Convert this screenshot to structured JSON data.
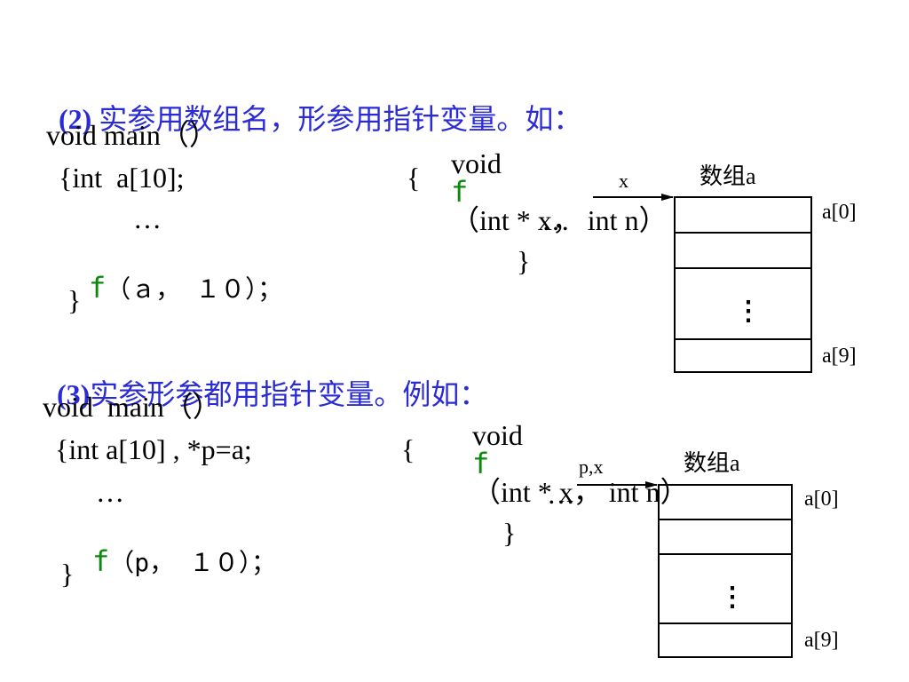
{
  "section2": {
    "num": "(2)",
    "title": " 实参用数组名，形参用指针变量。如：",
    "main": {
      "sig": "void main（）",
      "line1": "{int  a[10];",
      "dots": "…",
      "call_f": "f",
      "call_args": "（ａ， １０）；",
      "close": "}"
    },
    "func": {
      "void": "void",
      "f": "f",
      "params": "（int * x， int n）",
      "open": "{",
      "dots": "…",
      "close": "}"
    },
    "diagram": {
      "pointer": "x",
      "array_label": "数组a",
      "first": "a[0]",
      "last": "a[9]",
      "vdots": "⋮"
    }
  },
  "section3": {
    "num": "(3)",
    "title": "实参形参都用指针变量。例如：",
    "main": {
      "sig": "void  main（）",
      "line1": "{int a[10] , *p=a;",
      "dots": "…",
      "call_f": "f",
      "call_args": "（p， １０）；",
      "close": "}"
    },
    "func": {
      "void": "void",
      "f": "f",
      "params": "（int * x， int n）",
      "open": "{",
      "dots": "…",
      "close": "}"
    },
    "diagram": {
      "pointer": "p,x",
      "array_label": "数组a",
      "first": "a[0]",
      "last": "a[9]",
      "vdots": "⋮"
    }
  }
}
